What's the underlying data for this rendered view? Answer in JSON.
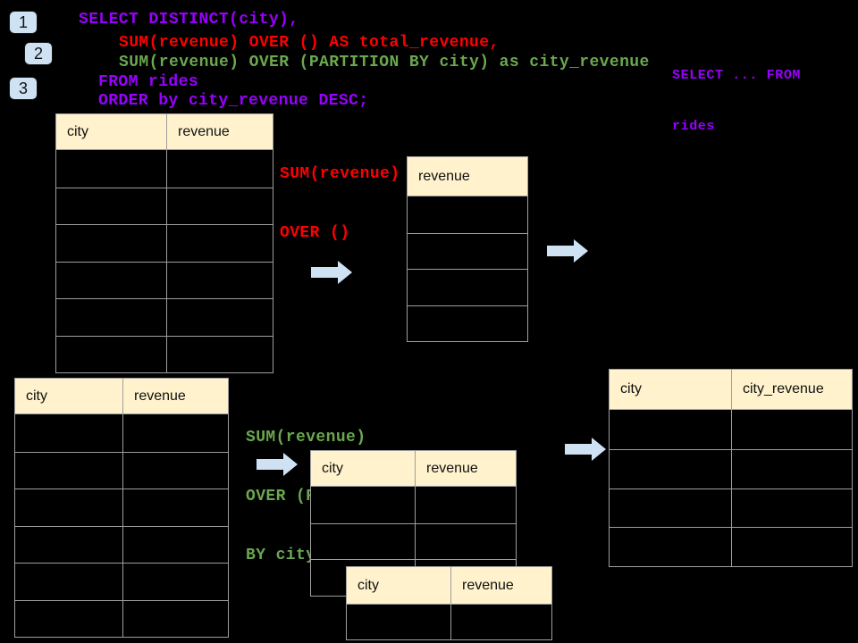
{
  "colors": {
    "background": "#000000",
    "sql_purple": "#9900ff",
    "sql_red": "#ff0000",
    "sql_green": "#6aa84f",
    "table_header_bg": "#fff2cc",
    "table_border": "#9e9e9e",
    "arrow_blue": "#cfe2f3",
    "badge_blue": "#cfe2f3"
  },
  "badges": [
    {
      "label": "1"
    },
    {
      "label": "2"
    },
    {
      "label": "3"
    }
  ],
  "sql_code": {
    "lines": [
      {
        "text": "SELECT DISTINCT(city),",
        "color": "purple"
      },
      {
        "text": "SUM(revenue) OVER () AS total_revenue,",
        "color": "red"
      },
      {
        "text": "SUM(revenue) OVER (PARTITION BY city) as city_revenue",
        "color": "green"
      },
      {
        "text": "FROM rides",
        "color": "purple"
      },
      {
        "text": "ORDER by city_revenue DESC;",
        "color": "purple"
      }
    ]
  },
  "side_note": {
    "color": "purple",
    "lines": [
      "SELECT ... FROM",
      "rides"
    ]
  },
  "annotations": {
    "total": {
      "color": "red",
      "lines": [
        "SUM(revenue)",
        "OVER ()"
      ]
    },
    "partition": {
      "color": "green",
      "lines": [
        "SUM(revenue)",
        "OVER (PARTITION",
        "BY city)"
      ]
    }
  },
  "tables": {
    "source_top": {
      "columns": [
        "city",
        "revenue"
      ],
      "row_count": 6
    },
    "total_revenue": {
      "columns": [
        "revenue"
      ],
      "row_count": 4
    },
    "source_bottom": {
      "columns": [
        "city",
        "revenue"
      ],
      "row_count": 6
    },
    "partition_a": {
      "columns": [
        "city",
        "revenue"
      ],
      "row_count": 3
    },
    "partition_b": {
      "columns": [
        "city",
        "revenue"
      ],
      "row_count": 1
    },
    "result": {
      "columns": [
        "city",
        "city_revenue"
      ],
      "row_count": 4
    }
  },
  "icons": {
    "flow_arrow": "right-arrow"
  }
}
